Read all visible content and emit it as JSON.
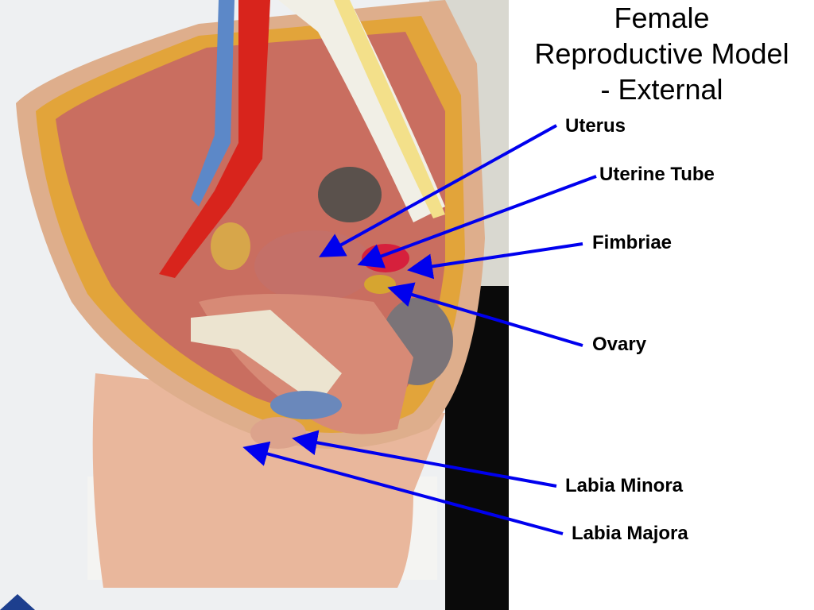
{
  "slide": {
    "title_lines": [
      "Female",
      "Reproductive Model",
      "- External"
    ],
    "arrow_color": "#0000ee",
    "labels": [
      {
        "text": "Uterus"
      },
      {
        "text": "Uterine Tube"
      },
      {
        "text": "Fimbriae"
      },
      {
        "text": "Ovary"
      },
      {
        "text": "Labia Minora"
      },
      {
        "text": "Labia Majora"
      }
    ]
  }
}
